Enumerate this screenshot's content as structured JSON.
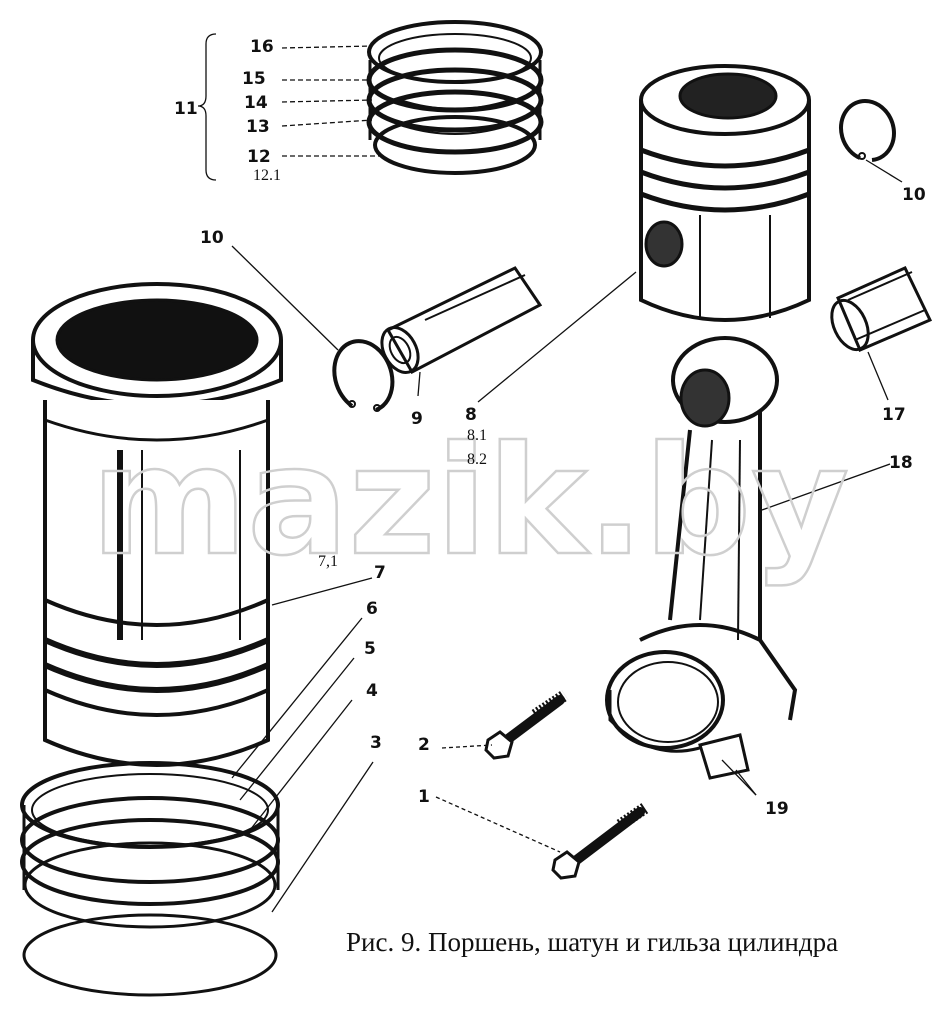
{
  "watermark": "mazik.by",
  "caption": "Рис. 9. Поршень, шатун и гильза цилиндра",
  "labels": {
    "l1": "1",
    "l2": "2",
    "l3": "3",
    "l4": "4",
    "l5": "5",
    "l6": "6",
    "l7": "7",
    "l7_1": "7,1",
    "l8": "8",
    "l8_1": "8.1",
    "l8_2": "8.2",
    "l9": "9",
    "l10a": "10",
    "l10b": "10",
    "l11": "11",
    "l12": "12",
    "l12_1": "12.1",
    "l13": "13",
    "l14": "14",
    "l15": "15",
    "l16": "16",
    "l17": "17",
    "l18": "18",
    "l19": "19"
  },
  "colors": {
    "ink": "#111111",
    "paper": "#ffffff",
    "watermark": "#cfcfcf"
  }
}
